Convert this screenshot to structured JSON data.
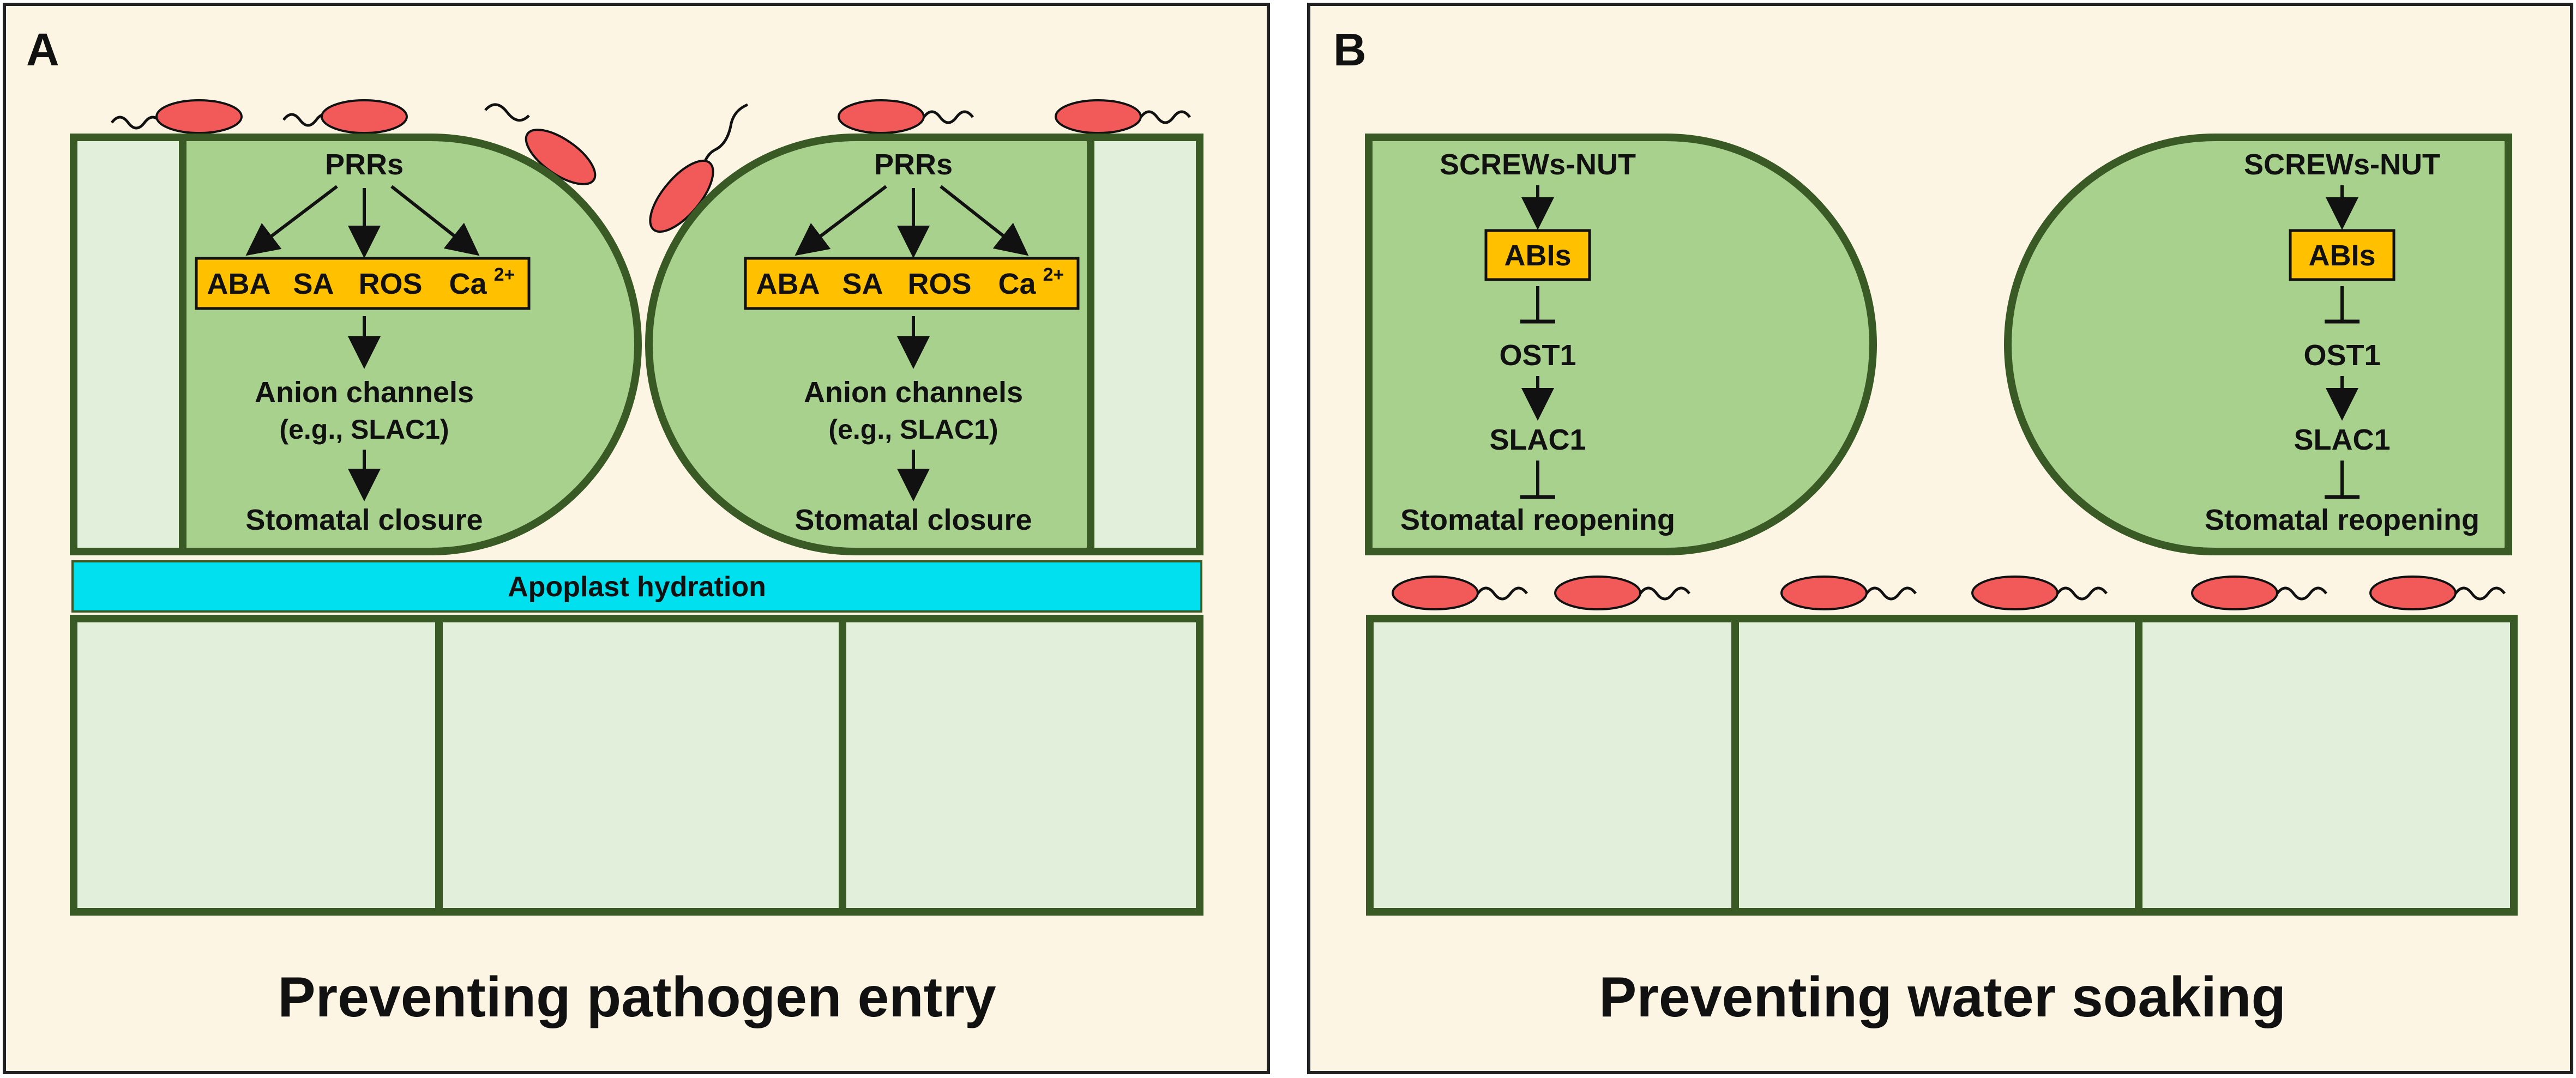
{
  "panels": {
    "a": {
      "letter": "A",
      "caption": "Preventing pathogen entry",
      "apoplast_label": "Apoplast hydration",
      "left_cell": {
        "receptor": "PRRs",
        "signals": [
          "ABA",
          "SA",
          "ROS",
          "Ca"
        ],
        "signal_superscript": "2+",
        "channels": "Anion channels",
        "channels_example": "(e.g., SLAC1)",
        "outcome": "Stomatal closure"
      },
      "right_cell": {
        "receptor": "PRRs",
        "signals": [
          "ABA",
          "SA",
          "ROS",
          "Ca"
        ],
        "signal_superscript": "2+",
        "channels": "Anion channels",
        "channels_example": "(e.g., SLAC1)",
        "outcome": "Stomatal closure"
      }
    },
    "b": {
      "letter": "B",
      "caption": "Preventing water soaking",
      "left_cell": {
        "receptor": "SCREWs-NUT",
        "box": "ABIs",
        "kinase": "OST1",
        "channel": "SLAC1",
        "outcome": "Stomatal reopening"
      },
      "right_cell": {
        "receptor": "SCREWs-NUT",
        "box": "ABIs",
        "kinase": "OST1",
        "channel": "SLAC1",
        "outcome": "Stomatal reopening"
      }
    }
  },
  "colors": {
    "background": "#fdf5e4",
    "guard_cell_fill": "#a9d18e",
    "cell_outline": "#3a5a25",
    "epidermal_fill": "#e2efda",
    "signal_box": "#ffc000",
    "apoplast_bar": "#00e0ee",
    "bacteria": "#f25a5a"
  }
}
